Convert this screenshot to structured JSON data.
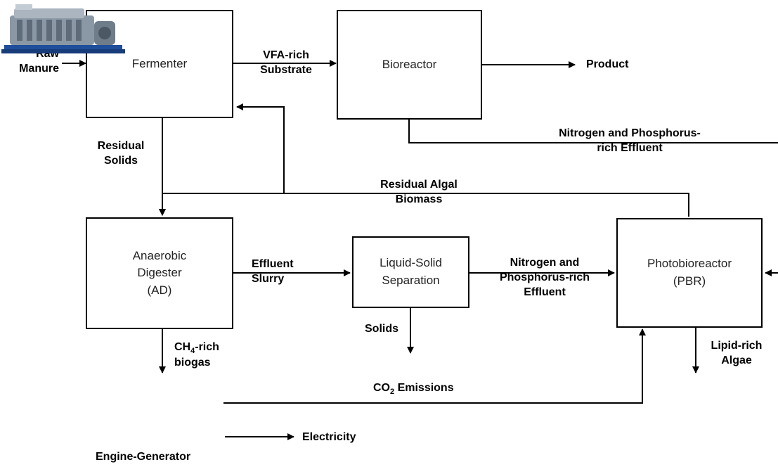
{
  "boxes": {
    "fermenter": "Fermenter",
    "bioreactor": "Bioreactor",
    "digester_l1": "Anaerobic",
    "digester_l2": "Digester",
    "digester_l3": "(AD)",
    "separation_l1": "Liquid-Solid",
    "separation_l2": "Separation",
    "pbr_l1": "Photobioreactor",
    "pbr_l2": "(PBR)"
  },
  "labels": {
    "raw_manure_l1": "Raw",
    "raw_manure_l2": "Manure",
    "vfa_l1": "VFA-rich",
    "vfa_l2": "Substrate",
    "product": "Product",
    "np_effluent_top_l1": "Nitrogen and Phosphorus-",
    "np_effluent_top_l2": "rich Effluent",
    "residual_solids_l1": "Residual",
    "residual_solids_l2": "Solids",
    "residual_algal_l1": "Residual Algal",
    "residual_algal_l2": "Biomass",
    "effluent_slurry_l1": "Effluent",
    "effluent_slurry_l2": "Slurry",
    "np_effluent_mid_l1": "Nitrogen and",
    "np_effluent_mid_l2": "Phosphorus-rich",
    "np_effluent_mid_l3": "Effluent",
    "solids": "Solids",
    "ch4_prefix": "CH",
    "ch4_sub": "4",
    "ch4_suffix": "-rich",
    "biogas": "biogas",
    "co2_prefix": "CO",
    "co2_sub": "2",
    "co2_suffix": " Emissions",
    "lipid_l1": "Lipid-rich",
    "lipid_l2": "Algae",
    "electricity": "Electricity",
    "engine_generator": "Engine-Generator"
  },
  "colors": {
    "line": "#000000",
    "engine_body": "#8a98a6",
    "engine_base": "#1f4e9a"
  }
}
